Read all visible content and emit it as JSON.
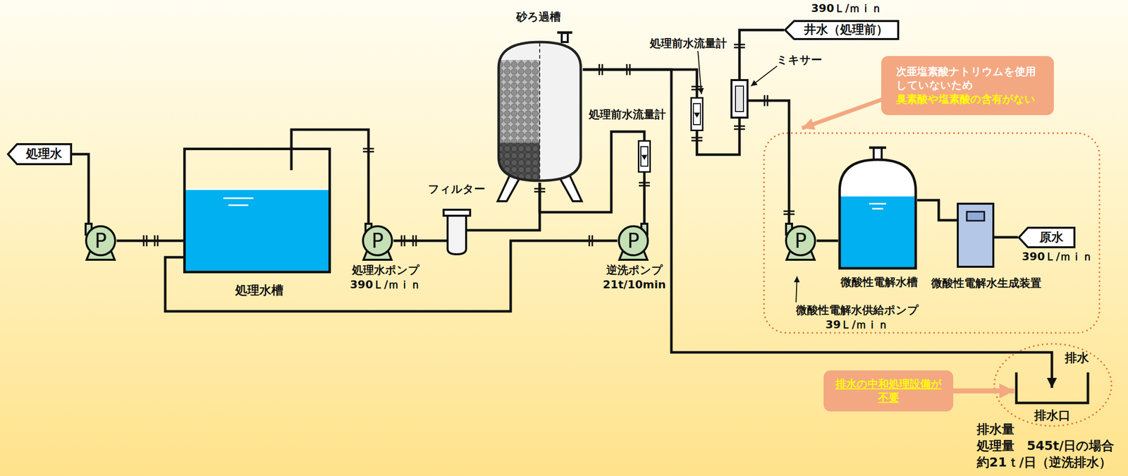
{
  "diagram": {
    "nodes": [
      {
        "text": [
          "処理水"
        ]
      },
      {
        "text": [
          "P"
        ]
      },
      {
        "text": [
          "処理水槽"
        ]
      },
      {
        "text": [
          "P",
          "処理水ポンプ 390Ｌ/ｍｉｎ"
        ]
      },
      {
        "text": [
          "フィルター"
        ]
      },
      {
        "text": [
          "砂ろ過槽"
        ]
      },
      {
        "text": [
          "P",
          "逆洗ポンプ 21t/10min"
        ]
      },
      {
        "text": [
          "処理前水流量計"
        ]
      },
      {
        "text": [
          "処理前水流量計"
        ]
      },
      {
        "text": [
          "ミキサー"
        ]
      },
      {
        "text": [
          "井水（処理前）"
        ]
      },
      {
        "text": [
          "次亜塩素酸ナトリウムを使用していないため",
          "臭素酸や塩素酸の含有がない"
        ]
      },
      {
        "text": [
          "P",
          "微酸性電解水供給ポンプ 39Ｌ/ｍｉｎ"
        ]
      },
      {
        "text": [
          "微酸性電解水槽"
        ]
      },
      {
        "text": [
          "微酸性電解水生成装置"
        ]
      },
      {
        "text": [
          "原水"
        ]
      },
      {
        "text": [
          "排水",
          "排水口"
        ]
      },
      {
        "text": [
          "排水の中和処理設備が不要"
        ]
      }
    ],
    "edges": [
      {
        "from": 2,
        "to": 1,
        "arrow": "none"
      },
      {
        "from": 1,
        "to": 0,
        "arrow": "none"
      },
      {
        "from": 3,
        "to": 2,
        "arrow": "none"
      },
      {
        "from": 4,
        "to": 3,
        "arrow": "none"
      },
      {
        "from": 5,
        "to": 4,
        "arrow": "none"
      },
      {
        "from": 2,
        "to": 6,
        "arrow": "none"
      },
      {
        "from": 6,
        "to": 8,
        "arrow": "none"
      },
      {
        "from": 8,
        "to": 5,
        "arrow": "none"
      },
      {
        "from": 9,
        "to": 7,
        "arrow": "none"
      },
      {
        "from": 7,
        "to": 5,
        "arrow": "none"
      },
      {
        "from": 5,
        "to": 16,
        "arrow": "to"
      },
      {
        "from": 10,
        "to": 9,
        "arrow": "none"
      },
      {
        "from": 12,
        "to": 9,
        "arrow": "none"
      },
      {
        "from": 13,
        "to": 12,
        "arrow": "none"
      },
      {
        "from": 14,
        "to": 13,
        "arrow": "none"
      },
      {
        "from": 15,
        "to": 14,
        "arrow": "none"
      },
      {
        "from": 17,
        "to": 16,
        "arrow": "to"
      }
    ],
    "labels": [
      "390Ｌ/ｍｉｎ",
      "390Ｌ/ｍｉｎ",
      "排水量",
      "処理量　545t/日の場合",
      "約21ｔ/日（逆洗排水）"
    ]
  }
}
